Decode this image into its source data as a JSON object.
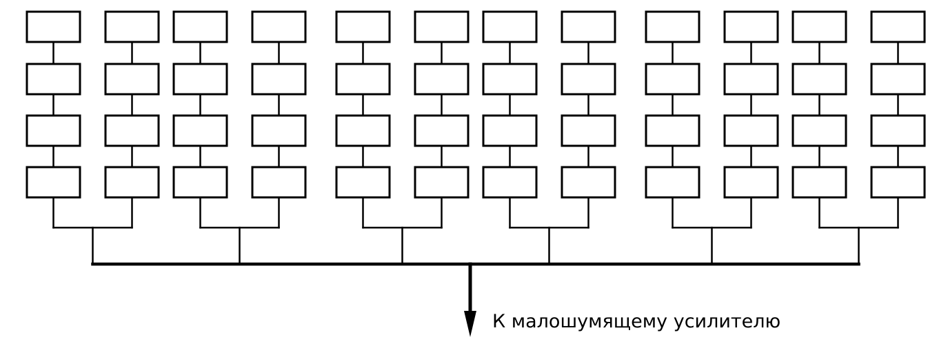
{
  "diagram": {
    "array": {
      "columns": 12,
      "rows": 4
    },
    "output_label": "К малошумящему усилителю",
    "colors": {
      "line": "#000000",
      "background": "#ffffff"
    }
  }
}
